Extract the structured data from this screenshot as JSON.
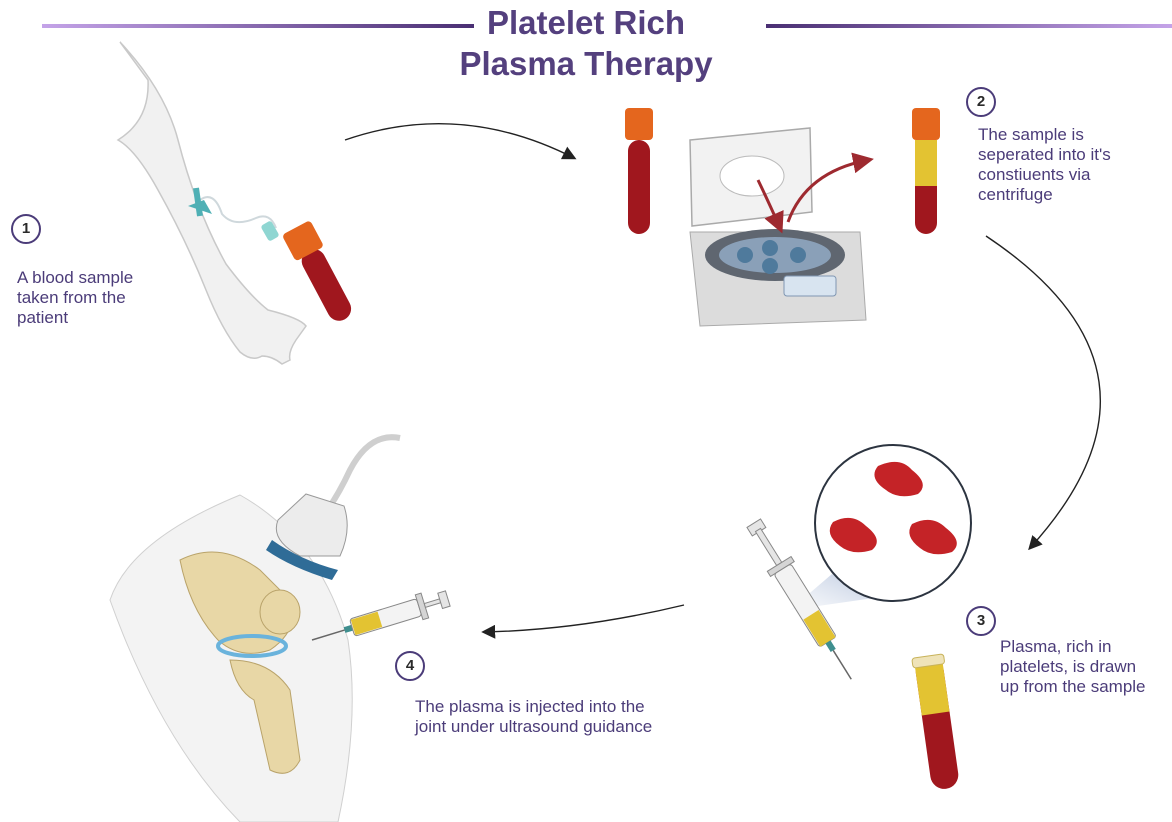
{
  "title": {
    "line1": "Platelet Rich",
    "line2": "Plasma Therapy"
  },
  "steps": [
    {
      "number": "1",
      "lines": [
        "A blood sample",
        "taken from the",
        "patient"
      ]
    },
    {
      "number": "2",
      "lines": [
        "The sample is",
        "seperated into it's",
        "constiuents via",
        "centrifuge"
      ]
    },
    {
      "number": "3",
      "lines": [
        "Plasma, rich in",
        "platelets, is drawn",
        "up from the sample"
      ]
    },
    {
      "number": "4",
      "lines": [
        "The plasma is injected into the",
        "joint under ultrasound guidance"
      ]
    }
  ],
  "colors": {
    "title": "#54407e",
    "accent_line": "#9b74c8",
    "blood": "#a0171e",
    "plasma": "#e3c332",
    "cap": "#e4661e",
    "platelet": "#c42327",
    "arrow": "#222222",
    "flow_arrow_red": "#9e2a30"
  },
  "icons": [
    "arm-with-iv-icon",
    "blood-tube-icon",
    "centrifuge-icon",
    "separated-tube-icon",
    "syringe-icon",
    "platelet-cells-icon",
    "knee-joint-icon",
    "ultrasound-probe-icon"
  ]
}
